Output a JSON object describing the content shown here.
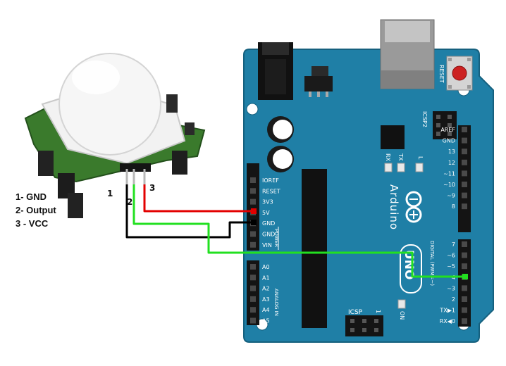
{
  "legend": [
    {
      "text": "1- GND"
    },
    {
      "text": "2- Output"
    },
    {
      "text": "3 - VCC"
    }
  ],
  "sensor_pins": {
    "pin1": "1",
    "pin2": "2",
    "pin3": "3"
  },
  "board": {
    "brand": "Arduino",
    "model": "UNO",
    "reset_label": "RESET",
    "icsp2_label": "ICSP2",
    "icsp_label": "ICSP",
    "icsp_pin1": "1",
    "led_rx": "RX",
    "led_tx": "TX",
    "led_l": "L",
    "on_label": "ON",
    "power_header_title": "POWER",
    "analog_header_title": "ANALOG IN",
    "digital_header_title": "DIGITAL (PWM=~)",
    "power_pins": [
      "IOREF",
      "RESET",
      "3V3",
      "5V",
      "GND",
      "GND",
      "VIN"
    ],
    "analog_pins": [
      "A0",
      "A1",
      "A2",
      "A3",
      "A4",
      "A5"
    ],
    "top_right_pins": [
      "AREF",
      "GND",
      "13",
      "12",
      "~11",
      "~10",
      "~9",
      "8"
    ],
    "digital_pins": [
      "7",
      "~6",
      "~5",
      "4",
      "~3",
      "2",
      "TX▶1",
      "RX◀0"
    ]
  },
  "wires": [
    {
      "name": "vcc",
      "color": "#e30000"
    },
    {
      "name": "gnd",
      "color": "#000000"
    },
    {
      "name": "output",
      "color": "#22e020"
    }
  ],
  "colors": {
    "board": "#1f7fa6",
    "board_edge": "#15607e",
    "header": "#141414",
    "silk": "#ffffff"
  }
}
